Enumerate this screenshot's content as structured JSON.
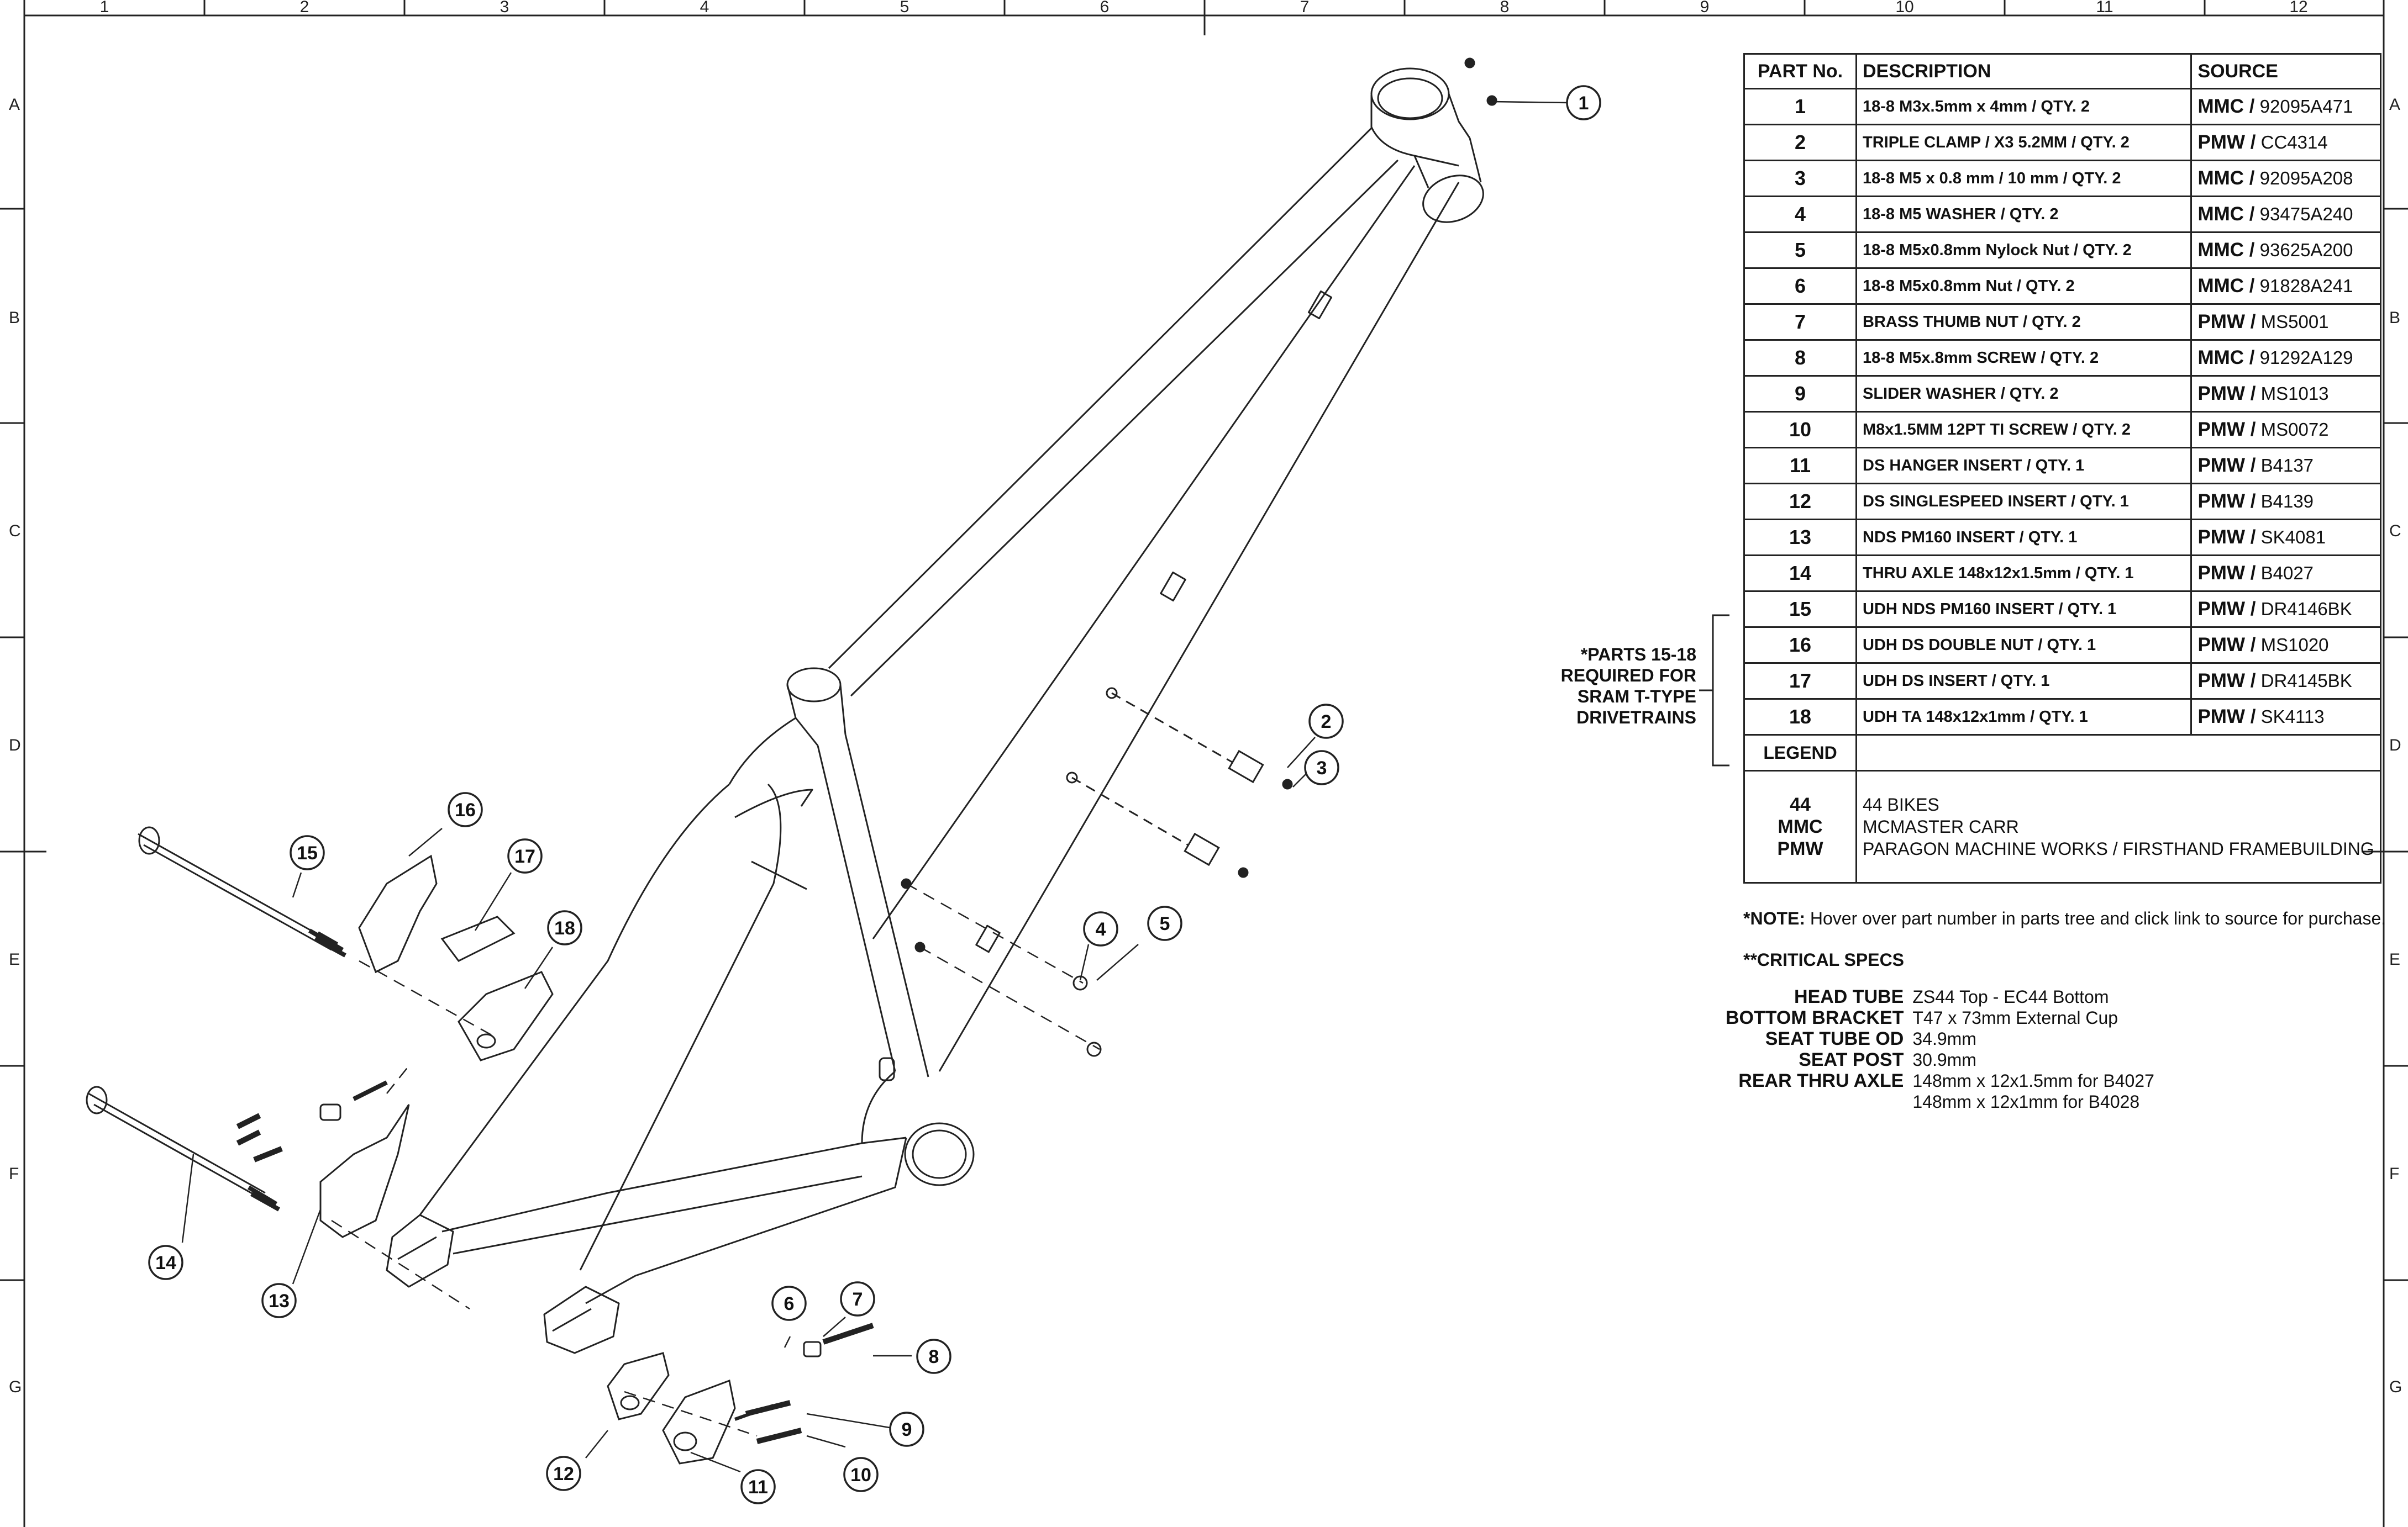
{
  "grid": {
    "columns": [
      "1",
      "2",
      "3",
      "4",
      "5",
      "6",
      "7",
      "8",
      "9",
      "10",
      "11",
      "12"
    ],
    "rows": [
      "A",
      "B",
      "C",
      "D",
      "E",
      "F",
      "G"
    ]
  },
  "parts_table": {
    "headers": {
      "part_no": "PART No.",
      "description": "DESCRIPTION",
      "source": "SOURCE"
    },
    "rows": [
      {
        "no": "1",
        "desc": "18-8 M3x.5mm x 4mm / QTY. 2",
        "vendor": "MMC /",
        "pn": "92095A471"
      },
      {
        "no": "2",
        "desc": "TRIPLE CLAMP / X3 5.2MM  / QTY. 2",
        "vendor": "PMW /",
        "pn": "CC4314"
      },
      {
        "no": "3",
        "desc": "18-8 M5 x 0.8 mm / 10 mm / QTY. 2",
        "vendor": "MMC /",
        "pn": "92095A208"
      },
      {
        "no": "4",
        "desc": "18-8 M5 WASHER / QTY. 2",
        "vendor": "MMC /",
        "pn": "93475A240"
      },
      {
        "no": "5",
        "desc": "18-8 M5x0.8mm Nylock Nut  / QTY. 2",
        "vendor": "MMC /",
        "pn": "93625A200"
      },
      {
        "no": "6",
        "desc": "18-8 M5x0.8mm Nut / QTY. 2",
        "vendor": "MMC /",
        "pn": "91828A241"
      },
      {
        "no": "7",
        "desc": "BRASS THUMB NUT / QTY. 2",
        "vendor": "PMW /",
        "pn": "MS5001"
      },
      {
        "no": "8",
        "desc": "18-8 M5x.8mm SCREW / QTY. 2",
        "vendor": "MMC /",
        "pn": "91292A129"
      },
      {
        "no": "9",
        "desc": "SLIDER WASHER / QTY. 2",
        "vendor": "PMW /",
        "pn": "MS1013"
      },
      {
        "no": "10",
        "desc": "M8x1.5MM 12PT TI SCREW / QTY. 2",
        "vendor": "PMW /",
        "pn": "MS0072"
      },
      {
        "no": "11",
        "desc": "DS HANGER INSERT  / QTY. 1",
        "vendor": "PMW /",
        "pn": "B4137"
      },
      {
        "no": "12",
        "desc": "DS SINGLESPEED INSERT  / QTY. 1",
        "vendor": "PMW /",
        "pn": "B4139"
      },
      {
        "no": "13",
        "desc": "NDS PM160 INSERT / QTY. 1",
        "vendor": "PMW /",
        "pn": "SK4081"
      },
      {
        "no": "14",
        "desc": "THRU AXLE 148x12x1.5mm / QTY. 1",
        "vendor": "PMW /",
        "pn": "B4027"
      },
      {
        "no": "15",
        "desc": "UDH NDS PM160 INSERT  / QTY. 1",
        "vendor": "PMW /",
        "pn": "DR4146BK"
      },
      {
        "no": "16",
        "desc": "UDH DS DOUBLE NUT / QTY. 1",
        "vendor": "PMW /",
        "pn": "MS1020"
      },
      {
        "no": "17",
        "desc": "UDH DS INSERT / QTY. 1",
        "vendor": "PMW /",
        "pn": "DR4145BK"
      },
      {
        "no": "18",
        "desc": "UDH TA 148x12x1mm / QTY. 1",
        "vendor": "PMW /",
        "pn": "SK4113"
      }
    ],
    "legend_title": "LEGEND",
    "legend": [
      {
        "code": "44",
        "name": "44 BIKES"
      },
      {
        "code": "MMC",
        "name": "MCMASTER CARR"
      },
      {
        "code": "PMW",
        "name": "PARAGON MACHINE WORKS / FIRSTHAND FRAMEBUILDING"
      }
    ]
  },
  "brace_note": [
    "*PARTS 15-18",
    "REQUIRED FOR",
    "SRAM T-TYPE",
    "DRIVETRAINS"
  ],
  "note": {
    "label": "*NOTE:",
    "text": " Hover over part number in parts tree and click link to source for purchase."
  },
  "specs": {
    "title": "**CRITICAL SPECS",
    "rows": [
      {
        "k": "HEAD TUBE",
        "v": "ZS44 Top - EC44 Bottom"
      },
      {
        "k": "BOTTOM BRACKET",
        "v": "T47 x 73mm External Cup"
      },
      {
        "k": "SEAT TUBE OD",
        "v": "34.9mm"
      },
      {
        "k": "SEAT POST",
        "v": "30.9mm"
      },
      {
        "k": "REAR THRU AXLE",
        "v": "148mm x 12x1.5mm for B4027"
      },
      {
        "k": "",
        "v": "148mm x 12x1mm for B4028"
      }
    ]
  },
  "callouts": [
    "1",
    "2",
    "3",
    "4",
    "5",
    "6",
    "7",
    "8",
    "9",
    "10",
    "11",
    "12",
    "13",
    "14",
    "15",
    "16",
    "17",
    "18"
  ]
}
